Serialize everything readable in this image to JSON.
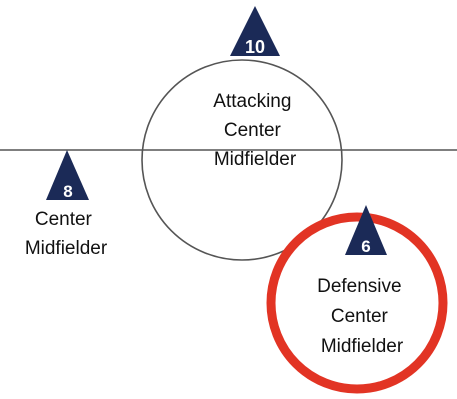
{
  "colors": {
    "background": "#ffffff",
    "line": "#555555",
    "triangle": "#1b2a57",
    "number": "#ffffff",
    "highlight": "#e23424",
    "text": "#111111"
  },
  "players": [
    {
      "number": "10",
      "label_lines": [
        "Attacking",
        "Center",
        "Midfielder"
      ],
      "highlighted": false
    },
    {
      "number": "8",
      "label_lines": [
        "Center",
        "Midfielder"
      ],
      "highlighted": false
    },
    {
      "number": "6",
      "label_lines": [
        "Defensive",
        "Center",
        "Midfielder"
      ],
      "highlighted": true
    }
  ]
}
